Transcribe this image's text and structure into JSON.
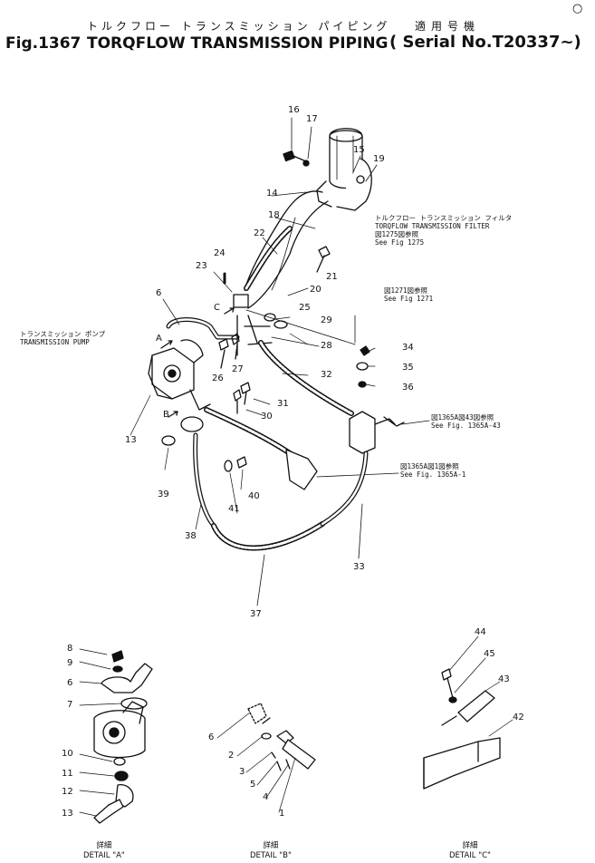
{
  "header": {
    "fig_no": "Fig.1367",
    "title_jp": "トルクフロー トランスミッション パイピング",
    "title_en": "TORQFLOW TRANSMISSION PIPING",
    "serial_jp": "適用号機",
    "serial": "( Serial No.T20337~)",
    "corner_mark": "○"
  },
  "callouts": {
    "c16": "16",
    "c17": "17",
    "c15": "15",
    "c19": "19",
    "c14": "14",
    "c18": "18",
    "c22": "22",
    "c24": "24",
    "c21": "21",
    "c20": "20",
    "c23": "23",
    "c6": "6",
    "c25": "25",
    "c29": "29",
    "c28": "28",
    "c34": "34",
    "c35": "35",
    "c32": "32",
    "c36": "36",
    "c26": "26",
    "c27": "27",
    "c31": "31",
    "c30": "30",
    "c13": "13",
    "c39": "39",
    "c41": "41",
    "c40": "40",
    "c38": "38",
    "c33": "33",
    "c37": "37",
    "letter_c": "C",
    "letter_a": "A",
    "letter_b": "B"
  },
  "references": {
    "filter_jp": "トルクフロー トランスミッション フィルタ",
    "filter_en": "TORQFLOW TRANSMISSION FILTER",
    "filter_fig_jp": "図1275図参照",
    "filter_fig": "See Fig 1275",
    "fig1271_jp": "図1271図参照",
    "fig1271": "See Fig 1271",
    "pump_jp": "トランスミッション ポンプ",
    "pump_en": "TRANSMISSION PUMP",
    "fig1365a43_jp": "図1365A図43図参照",
    "fig1365a43": "See Fig. 1365A-43",
    "fig1365a1_jp": "図1365A図1図参照",
    "fig1365a1": "See Fig. 1365A-1"
  },
  "detail_a": {
    "callouts": {
      "d8": "8",
      "d9": "9",
      "d6": "6",
      "d7": "7",
      "d10": "10",
      "d11": "11",
      "d12": "12",
      "d13": "13"
    },
    "label_jp": "詳細",
    "label": "DETAIL \"A\""
  },
  "detail_b": {
    "callouts": {
      "d6": "6",
      "d2": "2",
      "d3": "3",
      "d5": "5",
      "d4": "4",
      "d1": "1"
    },
    "label_jp": "詳細",
    "label": "DETAIL \"B\""
  },
  "detail_c": {
    "callouts": {
      "d44": "44",
      "d45": "45",
      "d43": "43",
      "d42": "42"
    },
    "label_jp": "詳細",
    "label": "DETAIL \"C\""
  }
}
